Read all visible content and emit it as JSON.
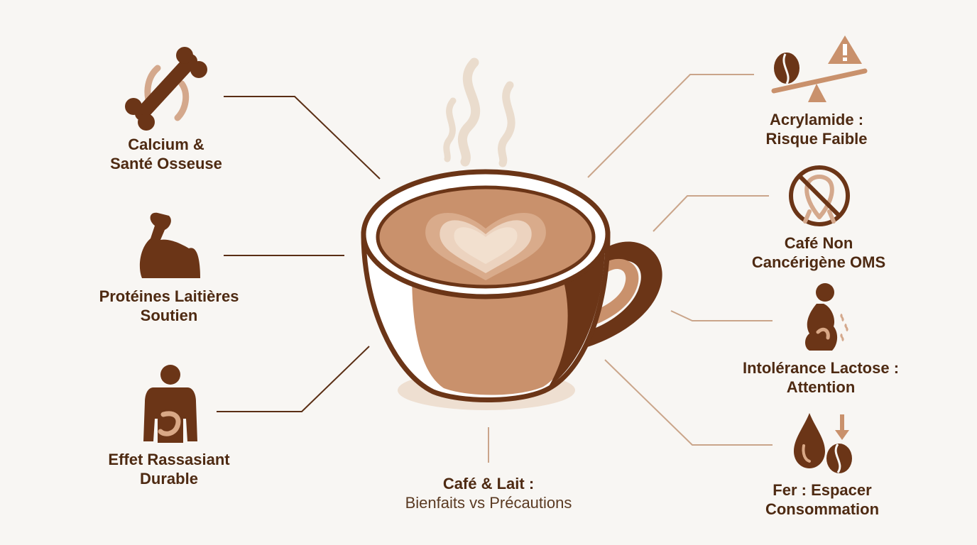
{
  "colors": {
    "background": "#f8f6f3",
    "dark_brown": "#6b3517",
    "text_brown": "#4e2a12",
    "latte": "#c9916c",
    "light_tan": "#ecd8c7",
    "foam": "#f2e0cf",
    "connector": "#caa58a"
  },
  "benefits": [
    {
      "icon": "bone-icon",
      "line1": "Calcium &",
      "line2": "Santé Osseuse"
    },
    {
      "icon": "muscle-arm-icon",
      "line1": "Protéines Laitières",
      "line2": "Soutien"
    },
    {
      "icon": "body-stomach-icon",
      "line1": "Effet Rassasiant",
      "line2": "Durable"
    }
  ],
  "precautions": [
    {
      "icon": "warning-balance-icon",
      "line1": "Acrylamide :",
      "line2": "Risque Faible"
    },
    {
      "icon": "no-cancer-ribbon-icon",
      "line1": "Café Non",
      "line2": "Cancérigène OMS"
    },
    {
      "icon": "stomach-discomfort-icon",
      "line1": "Intolérance Lactose :",
      "line2": "Attention"
    },
    {
      "icon": "iron-drop-coffee-bean-icon",
      "line1": "Fer : Espacer",
      "line2": "Consommation"
    }
  ],
  "center": {
    "icon": "latte-cup-icon",
    "title": "Café & Lait :",
    "subtitle": "Bienfaits vs Précautions"
  }
}
